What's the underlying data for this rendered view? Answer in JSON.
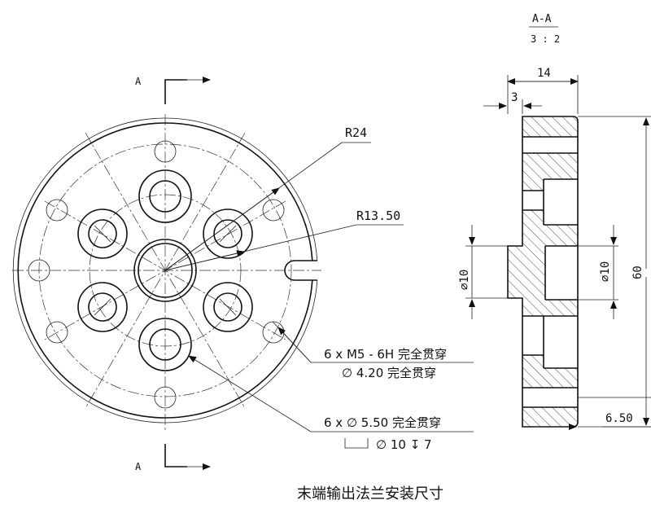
{
  "section_view": {
    "label": "A-A",
    "scale": "3 : 2"
  },
  "front_view": {
    "cut_marker_top": "A",
    "cut_marker_bottom": "A",
    "radius_outer": "R24",
    "radius_bolt_circle": "R13.50",
    "callout_tapped_line1": "6 x  M5 - 6H 完全贯穿",
    "callout_tapped_line2": "∅  4.20 完全贯穿",
    "callout_cbore_line1": "6 x  ∅  5.50 完全贯穿",
    "callout_cbore_line2": "∅ 10 ↧ 7"
  },
  "dimensions": {
    "thickness": "14",
    "step": "3",
    "left_diameter": "∅10",
    "bore_diameter": "∅10",
    "overall_height": "60",
    "bottom_offset": "6.50"
  },
  "title": "末端输出法兰安装尺寸",
  "colors": {
    "ink": "#111111",
    "background": "#ffffff"
  }
}
